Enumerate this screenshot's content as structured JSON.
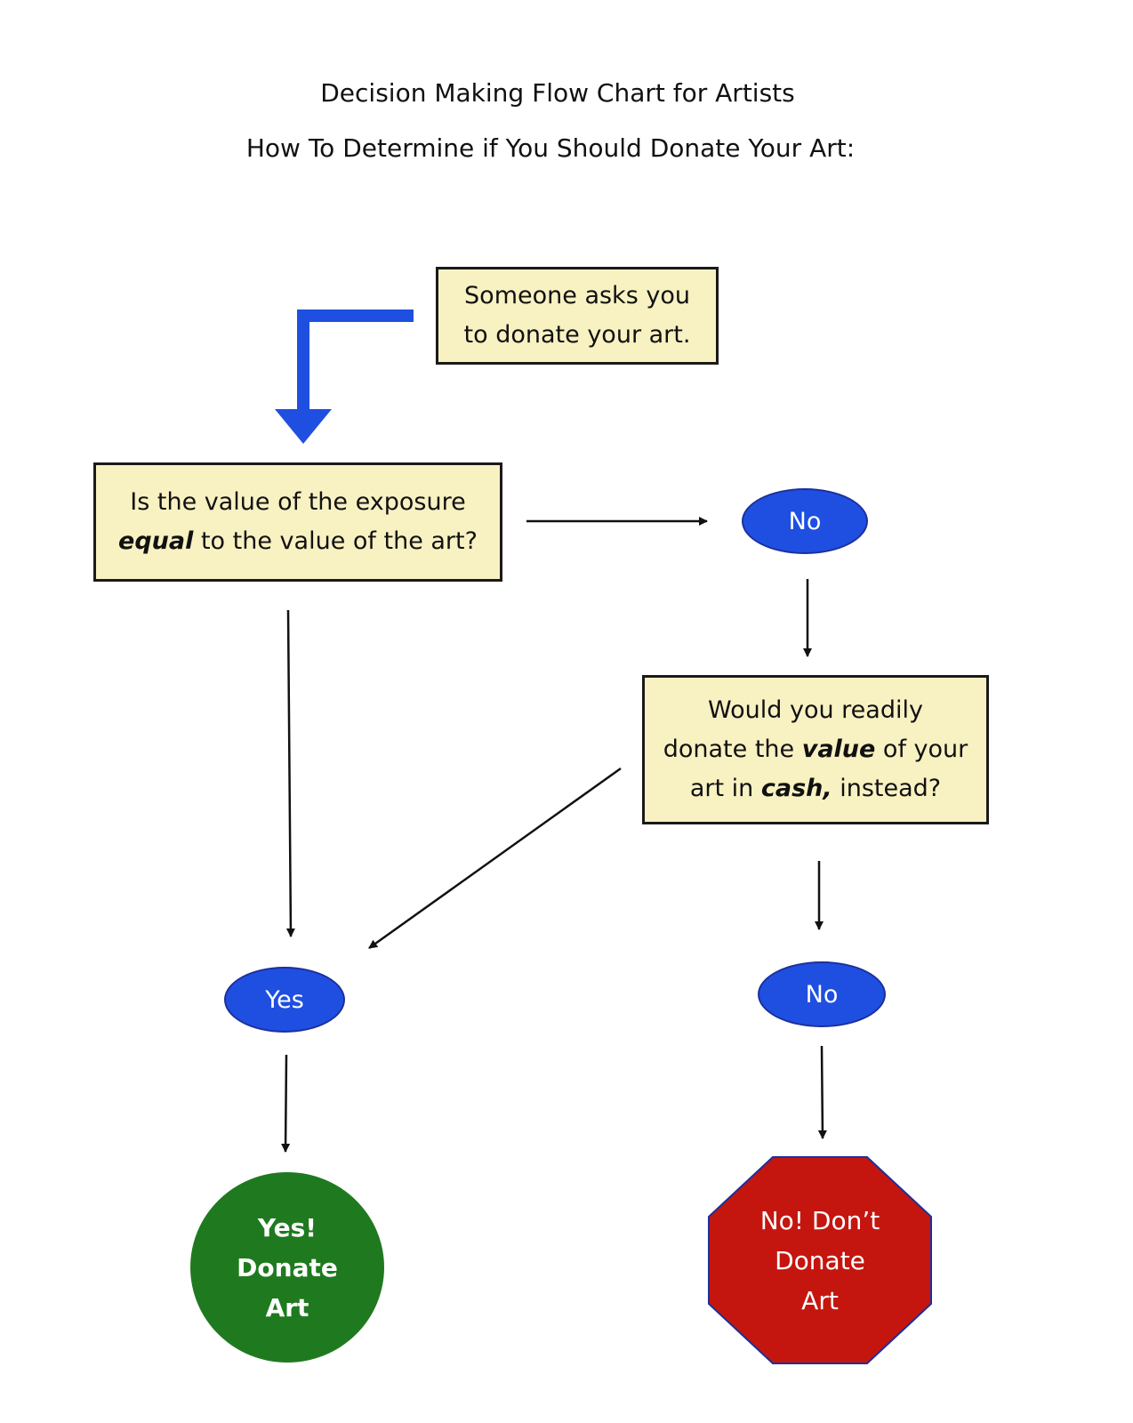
{
  "title": "Decision Making Flow Chart for Artists",
  "subtitle": "How To Determine if You Should Donate Your Art:",
  "nodes": {
    "start": {
      "line1": "Someone asks you",
      "line2": "to donate your art."
    },
    "question1": {
      "line1": "Is the value of the exposure",
      "line2_em": "equal",
      "line2_rest": " to the value of the art?"
    },
    "no1": "No",
    "question2": {
      "line1": "Would you readily",
      "line2_pre": "donate the ",
      "line2_em": "value",
      "line2_post": " of your",
      "line3_pre": "art in ",
      "line3_em": "cash,",
      "line3_post": " instead?"
    },
    "yes": "Yes",
    "no2": "No",
    "end_yes": {
      "line1": "Yes!",
      "line2": "Donate",
      "line3": "Art"
    },
    "end_no": {
      "line1": "No! Don’t",
      "line2": "Donate",
      "line3": "Art"
    }
  },
  "colors": {
    "box_fill": "#f8f1c2",
    "oval_fill": "#1f4fe0",
    "start_arrow": "#1f4fe0",
    "yes_terminal": "#1f7a1f",
    "no_terminal": "#c4160f",
    "no_terminal_outline": "#1c2f9c"
  }
}
